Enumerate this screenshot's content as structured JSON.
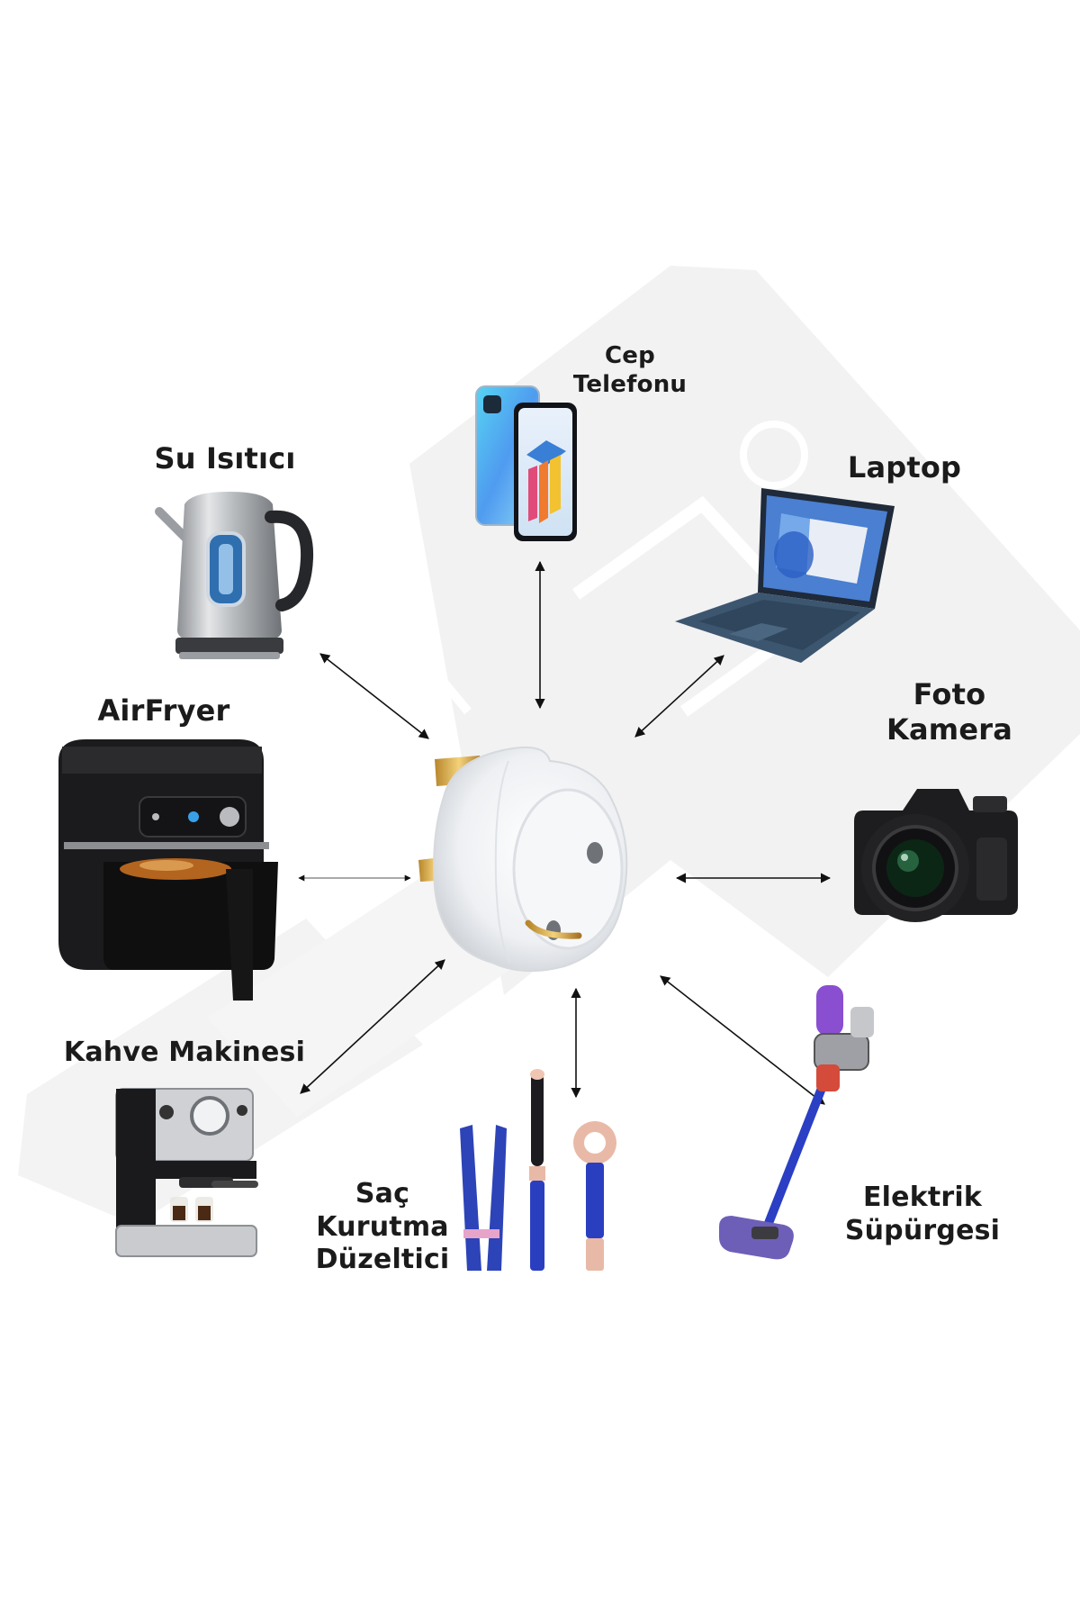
{
  "center_device": {
    "name": "adapter",
    "icon": "uk-to-schuko-plug-adapter-icon"
  },
  "devices": [
    {
      "id": "kettle",
      "label": "Su Isıtıcı",
      "icon": "kettle-icon"
    },
    {
      "id": "phone",
      "label": "Cep\nTelefonu",
      "icon": "phone-icon"
    },
    {
      "id": "laptop",
      "label": "Laptop",
      "icon": "laptop-icon"
    },
    {
      "id": "airfryer",
      "label": "AirFryer",
      "icon": "airfryer-icon"
    },
    {
      "id": "camera",
      "label": "Foto\nKamera",
      "icon": "camera-icon"
    },
    {
      "id": "coffee",
      "label": "Kahve Makinesi",
      "icon": "coffee-machine-icon"
    },
    {
      "id": "hair",
      "label": "Saç\nKurutma\nDüzeltici",
      "icon": "hair-tools-icon"
    },
    {
      "id": "vacuum",
      "label": "Elektrik\nSüpürgesi",
      "icon": "vacuum-cleaner-icon"
    }
  ],
  "colors": {
    "text": "#1b1b1b",
    "arrow": "#111111",
    "watermark": "#f1f1f1",
    "background": "#ffffff"
  }
}
